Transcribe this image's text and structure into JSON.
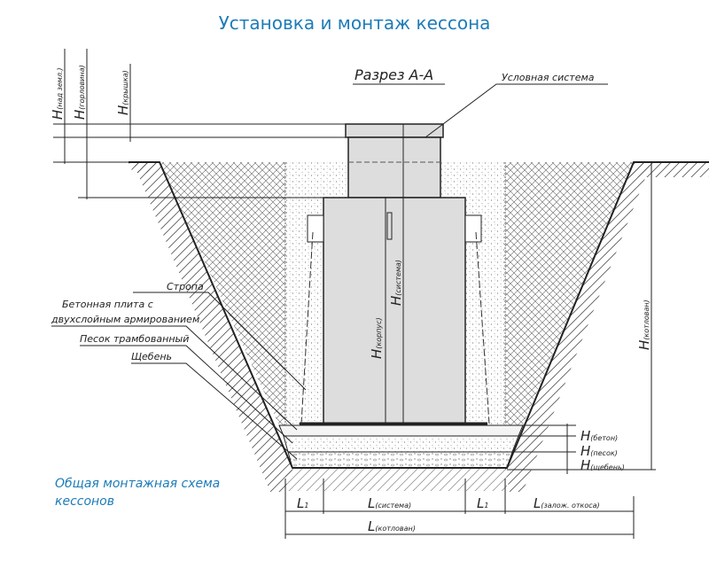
{
  "title": "Установка и монтаж кессона",
  "section_label": "Разрез А-А",
  "callouts": {
    "system": "Условная система",
    "sling": "Стропа",
    "slab_1": "Бетонная плита с",
    "slab_2": "двухслойным армированием",
    "sand": "Песок трамбованный",
    "gravel": "Щебень"
  },
  "caption": [
    "Общая монтажная схема",
    "кессонов"
  ],
  "dimensions": {
    "h": "H",
    "l": "L",
    "above_ground": "(над земл.)",
    "neck": "(горловина)",
    "lid": "(крышка)",
    "body": "(корпус)",
    "system": "(система)",
    "pit_h": "(котлован)",
    "concrete": "(бетон)",
    "sand": "(песок)",
    "gravel": "(щебень)",
    "l1": "1",
    "l_system": "(система)",
    "slope": "(залож. откоса)",
    "pit_l": "(котлован)"
  },
  "colors": {
    "title": "#1d7cb8",
    "line": "#222222"
  }
}
